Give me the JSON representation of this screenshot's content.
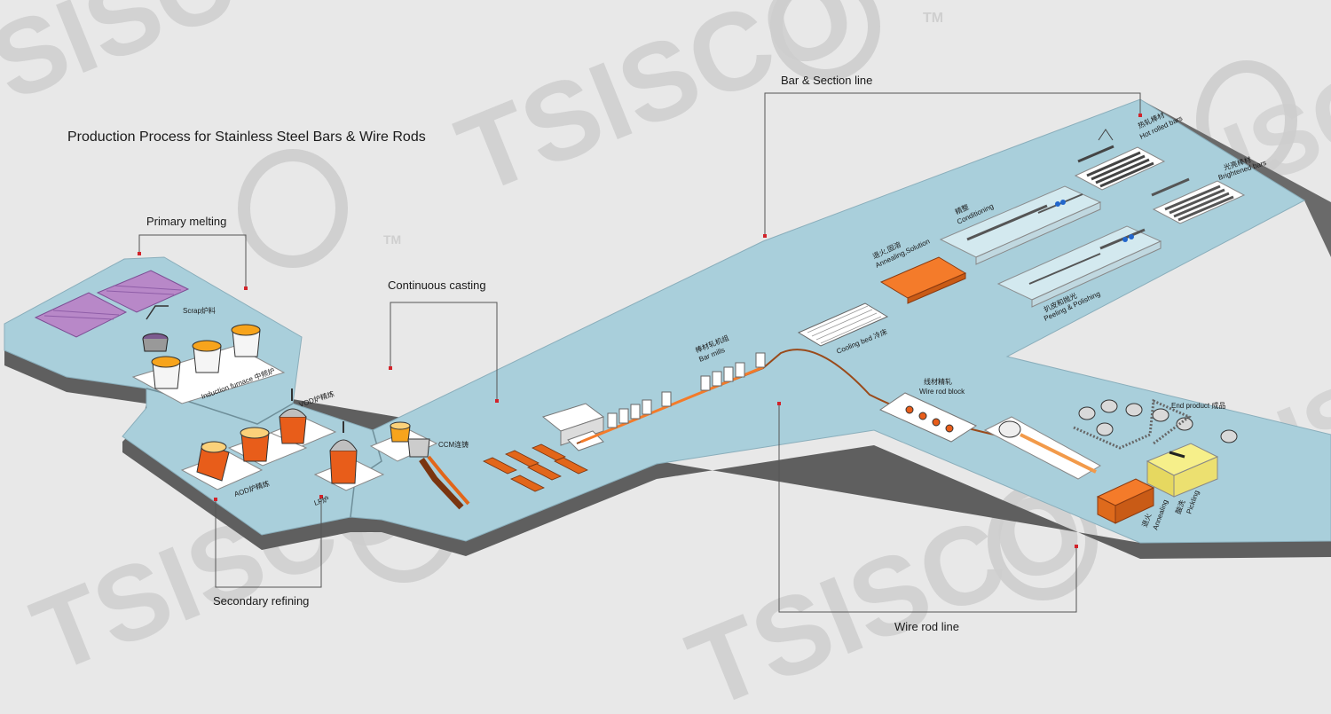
{
  "title": "Production Process for Stainless Steel Bars & Wire Rods",
  "watermark": {
    "brand": "TSISCO",
    "tm": "TM"
  },
  "sections": {
    "primary_melting": "Primary melting",
    "continuous_casting": "Continuous casting",
    "bar_section_line": "Bar & Section line",
    "secondary_refining": "Secondary refining",
    "wire_rod_line": "Wire rod line"
  },
  "labels": {
    "scrap": "Scrap炉料",
    "induction_furnace": "Induction furnace 中频炉",
    "vod": "VOD炉精炼",
    "aod": "AOD炉精炼",
    "lf": "LF炉",
    "ccm": "CCM连铸",
    "bar_mills_cn": "棒材轧机组",
    "bar_mills_en": "Bar mills",
    "cooling_bed": "Cooling bed 冷床",
    "annealing_solution_cn": "退火,固溶",
    "annealing_solution_en": "Annealing,Solution",
    "conditioning_cn": "精整",
    "conditioning_en": "Conditioning",
    "hot_rolled_cn": "热轧棒材",
    "hot_rolled_en": "Hot rolled bars",
    "brightened_cn": "光亮棒材",
    "brightened_en": "Brightened bars",
    "peeling_cn": "扒皮和抛光",
    "peeling_en": "Peeling & Polishing",
    "wire_rod_block_cn": "线材精轧",
    "wire_rod_block_en": "Wire rod block",
    "end_product": "End product 成品",
    "annealing_cn": "退火",
    "annealing_en": "Annealing",
    "pickling_cn": "酸洗",
    "pickling_en": "Pickling"
  },
  "colors": {
    "background": "#e8e8e8",
    "floor": "#a9cfdb",
    "floor_side": "#5f5f5f",
    "marker": "#d2232a",
    "molten": "#f26a1b",
    "scrap": "#b888c8",
    "watermark": "#c9c9c9"
  }
}
